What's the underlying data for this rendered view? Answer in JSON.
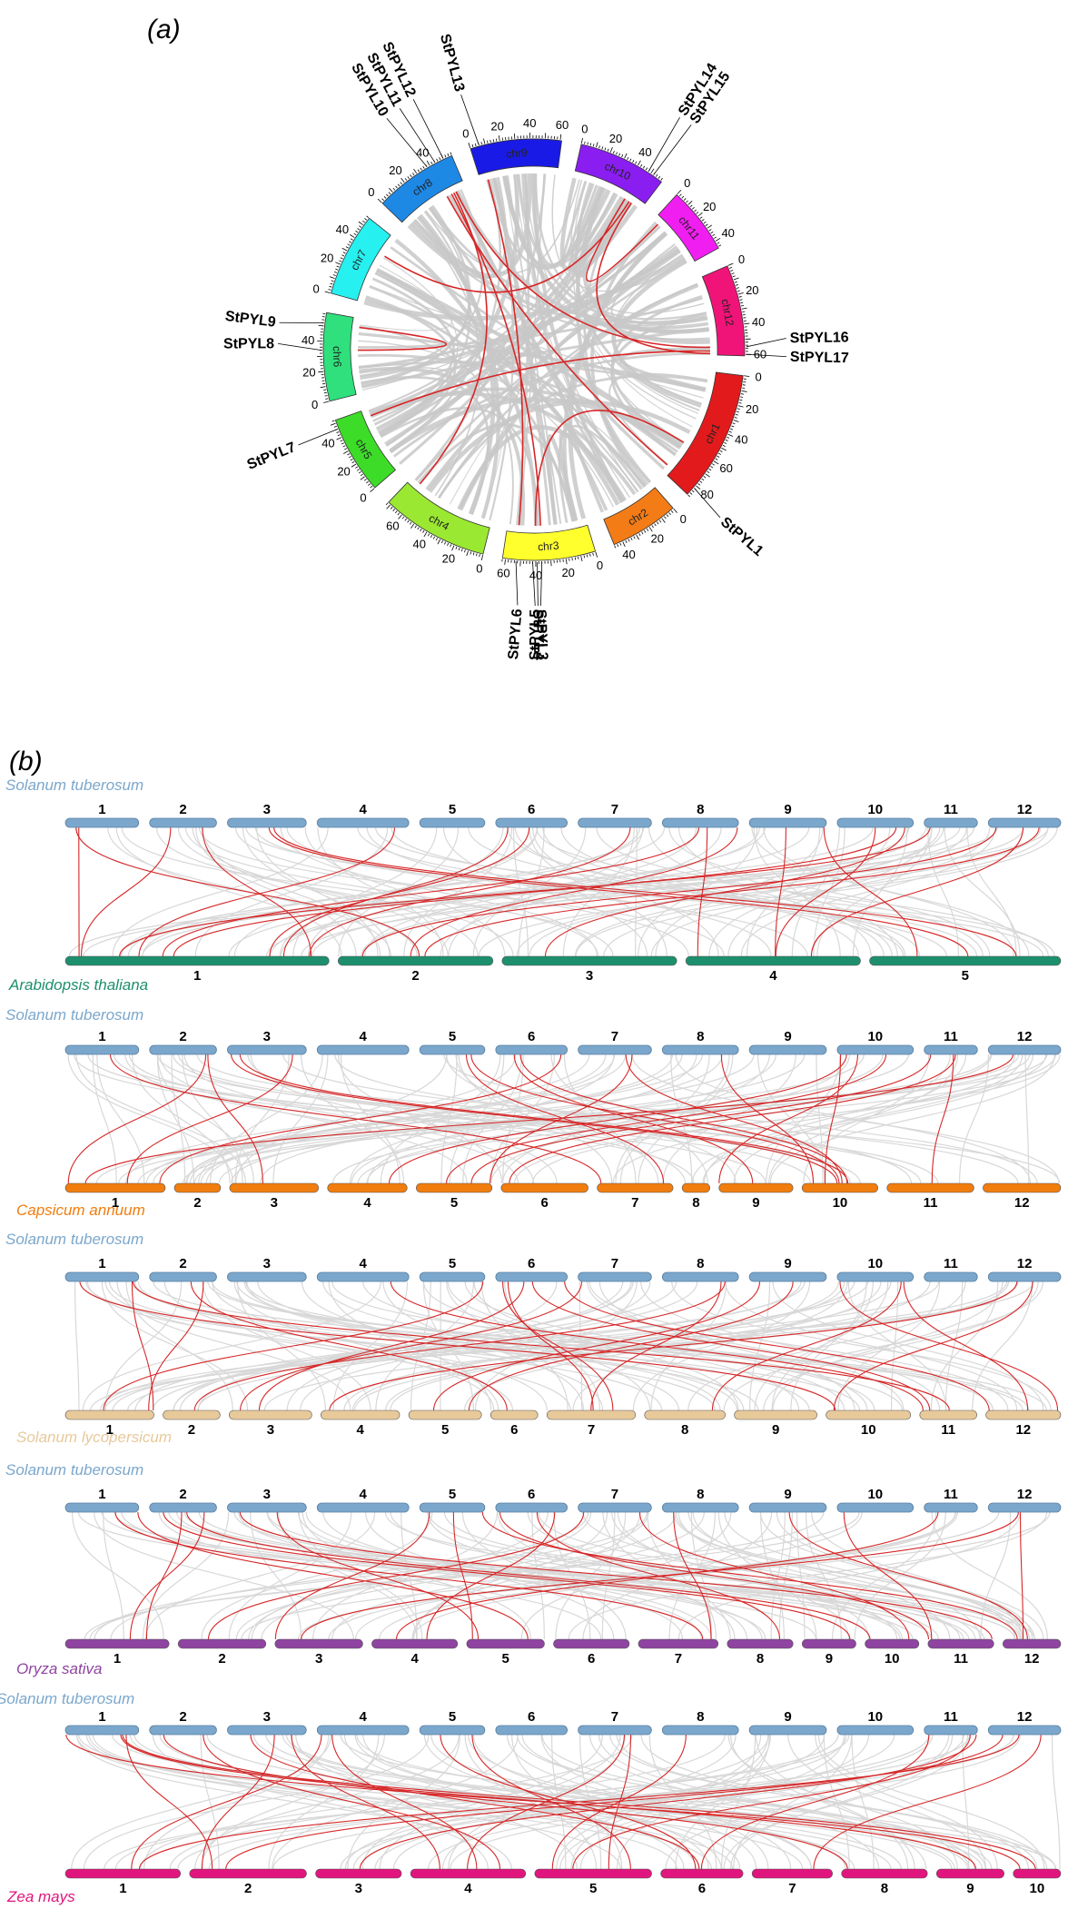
{
  "panel_a": {
    "label": "(a)",
    "chromosomes": [
      {
        "name": "chr1",
        "length": 88,
        "color": "#e31a1c",
        "ticks": [
          0,
          20,
          40,
          60,
          80
        ]
      },
      {
        "name": "chr2",
        "length": 46,
        "color": "#f47c16",
        "ticks": [
          0,
          20,
          40
        ]
      },
      {
        "name": "chr3",
        "length": 62,
        "color": "#ffff2e",
        "ticks": [
          0,
          20,
          40,
          60
        ]
      },
      {
        "name": "chr4",
        "length": 72,
        "color": "#9be832",
        "ticks": [
          0,
          20,
          40,
          60
        ]
      },
      {
        "name": "chr5",
        "length": 52,
        "color": "#3ddc28",
        "ticks": [
          0,
          20,
          40
        ]
      },
      {
        "name": "chr6",
        "length": 59,
        "color": "#2fe07c",
        "ticks": [
          0,
          20,
          40
        ]
      },
      {
        "name": "chr7",
        "length": 56,
        "color": "#26f0f0",
        "ticks": [
          0,
          20,
          40
        ]
      },
      {
        "name": "chr8",
        "length": 56,
        "color": "#1e88e5",
        "ticks": [
          0,
          20,
          40
        ]
      },
      {
        "name": "chr9",
        "length": 61,
        "color": "#1a1ae6",
        "ticks": [
          0,
          20,
          40,
          60
        ]
      },
      {
        "name": "chr10",
        "length": 59,
        "color": "#8a1ef0",
        "ticks": [
          0,
          20,
          40
        ]
      },
      {
        "name": "chr11",
        "length": 45,
        "color": "#f01ef0",
        "ticks": [
          0,
          20,
          40
        ]
      },
      {
        "name": "chr12",
        "length": 61,
        "color": "#f01478",
        "ticks": [
          0,
          20,
          40,
          60
        ]
      }
    ],
    "genes": [
      {
        "name": "StPYL1",
        "chr": "chr1",
        "pos": 82
      },
      {
        "name": "StPYL3",
        "chr": "chr3",
        "pos": 36
      },
      {
        "name": "StPYL4",
        "chr": "chr3",
        "pos": 39
      },
      {
        "name": "StPYL5",
        "chr": "chr3",
        "pos": 42
      },
      {
        "name": "StPYL6",
        "chr": "chr3",
        "pos": 53
      },
      {
        "name": "StPYL7",
        "chr": "chr5",
        "pos": 46
      },
      {
        "name": "StPYL8",
        "chr": "chr6",
        "pos": 34
      },
      {
        "name": "StPYL9",
        "chr": "chr6",
        "pos": 52
      },
      {
        "name": "StPYL10",
        "chr": "chr8",
        "pos": 38
      },
      {
        "name": "StPYL11",
        "chr": "chr8",
        "pos": 44
      },
      {
        "name": "StPYL12",
        "chr": "chr8",
        "pos": 50
      },
      {
        "name": "StPYL13",
        "chr": "chr9",
        "pos": 6
      },
      {
        "name": "StPYL14",
        "chr": "chr10",
        "pos": 48
      },
      {
        "name": "StPYL15",
        "chr": "chr10",
        "pos": 52
      },
      {
        "name": "StPYL16",
        "chr": "chr12",
        "pos": 55
      },
      {
        "name": "StPYL17",
        "chr": "chr12",
        "pos": 60
      }
    ],
    "colors": {
      "background_link": "#c8c8c8",
      "duplication_link": "#d62728"
    }
  },
  "panel_b": {
    "label": "(b)",
    "top_species": "Solanum tuberosum",
    "top_color": "#7ba7cc",
    "comparisons": [
      {
        "species": "Arabidopsis thaliana",
        "color": "#1d8f6c",
        "chromosomes": [
          "1",
          "2",
          "3",
          "4",
          "5"
        ]
      },
      {
        "species": "Capsicum annuum",
        "color": "#f07d0e",
        "chromosomes": [
          "1",
          "2",
          "3",
          "4",
          "5",
          "6",
          "7",
          "8",
          "9",
          "10",
          "11",
          "12"
        ]
      },
      {
        "species": "Solanum lycopersicum",
        "color": "#e8c99a",
        "chromosomes": [
          "1",
          "2",
          "3",
          "4",
          "5",
          "6",
          "7",
          "8",
          "9",
          "10",
          "11",
          "12"
        ]
      },
      {
        "species": "Oryza sativa",
        "color": "#8e44a0",
        "chromosomes": [
          "1",
          "2",
          "3",
          "4",
          "5",
          "6",
          "7",
          "8",
          "9",
          "10",
          "11",
          "12"
        ]
      },
      {
        "species": "Zea mays",
        "color": "#e0157d",
        "chromosomes": [
          "1",
          "2",
          "3",
          "4",
          "5",
          "6",
          "7",
          "8",
          "9",
          "10"
        ]
      }
    ],
    "top_chromosomes": [
      "1",
      "2",
      "3",
      "4",
      "5",
      "6",
      "7",
      "8",
      "9",
      "10",
      "11",
      "12"
    ]
  }
}
